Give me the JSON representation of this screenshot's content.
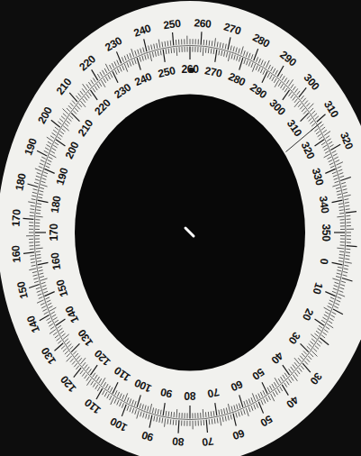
{
  "diagram": {
    "labels": [
      "0",
      "10",
      "20",
      "30",
      "40",
      "50",
      "60",
      "70",
      "80",
      "90",
      "100",
      "110",
      "120",
      "130",
      "140",
      "150",
      "160",
      "170",
      "180",
      "190",
      "200",
      "210",
      "220",
      "230",
      "240",
      "250",
      "260",
      "270",
      "280",
      "290",
      "300",
      "310",
      "320",
      "330",
      "340",
      "350",
      "30",
      "40",
      "50",
      "60",
      "70",
      "80",
      "90",
      "100",
      "110",
      "120",
      "130",
      "140",
      "150",
      "160",
      "170",
      "180",
      "190",
      "200",
      "210",
      "220",
      "230",
      "240",
      "250",
      "260",
      "270",
      "280",
      "290",
      "300",
      "310",
      "320"
    ]
  }
}
